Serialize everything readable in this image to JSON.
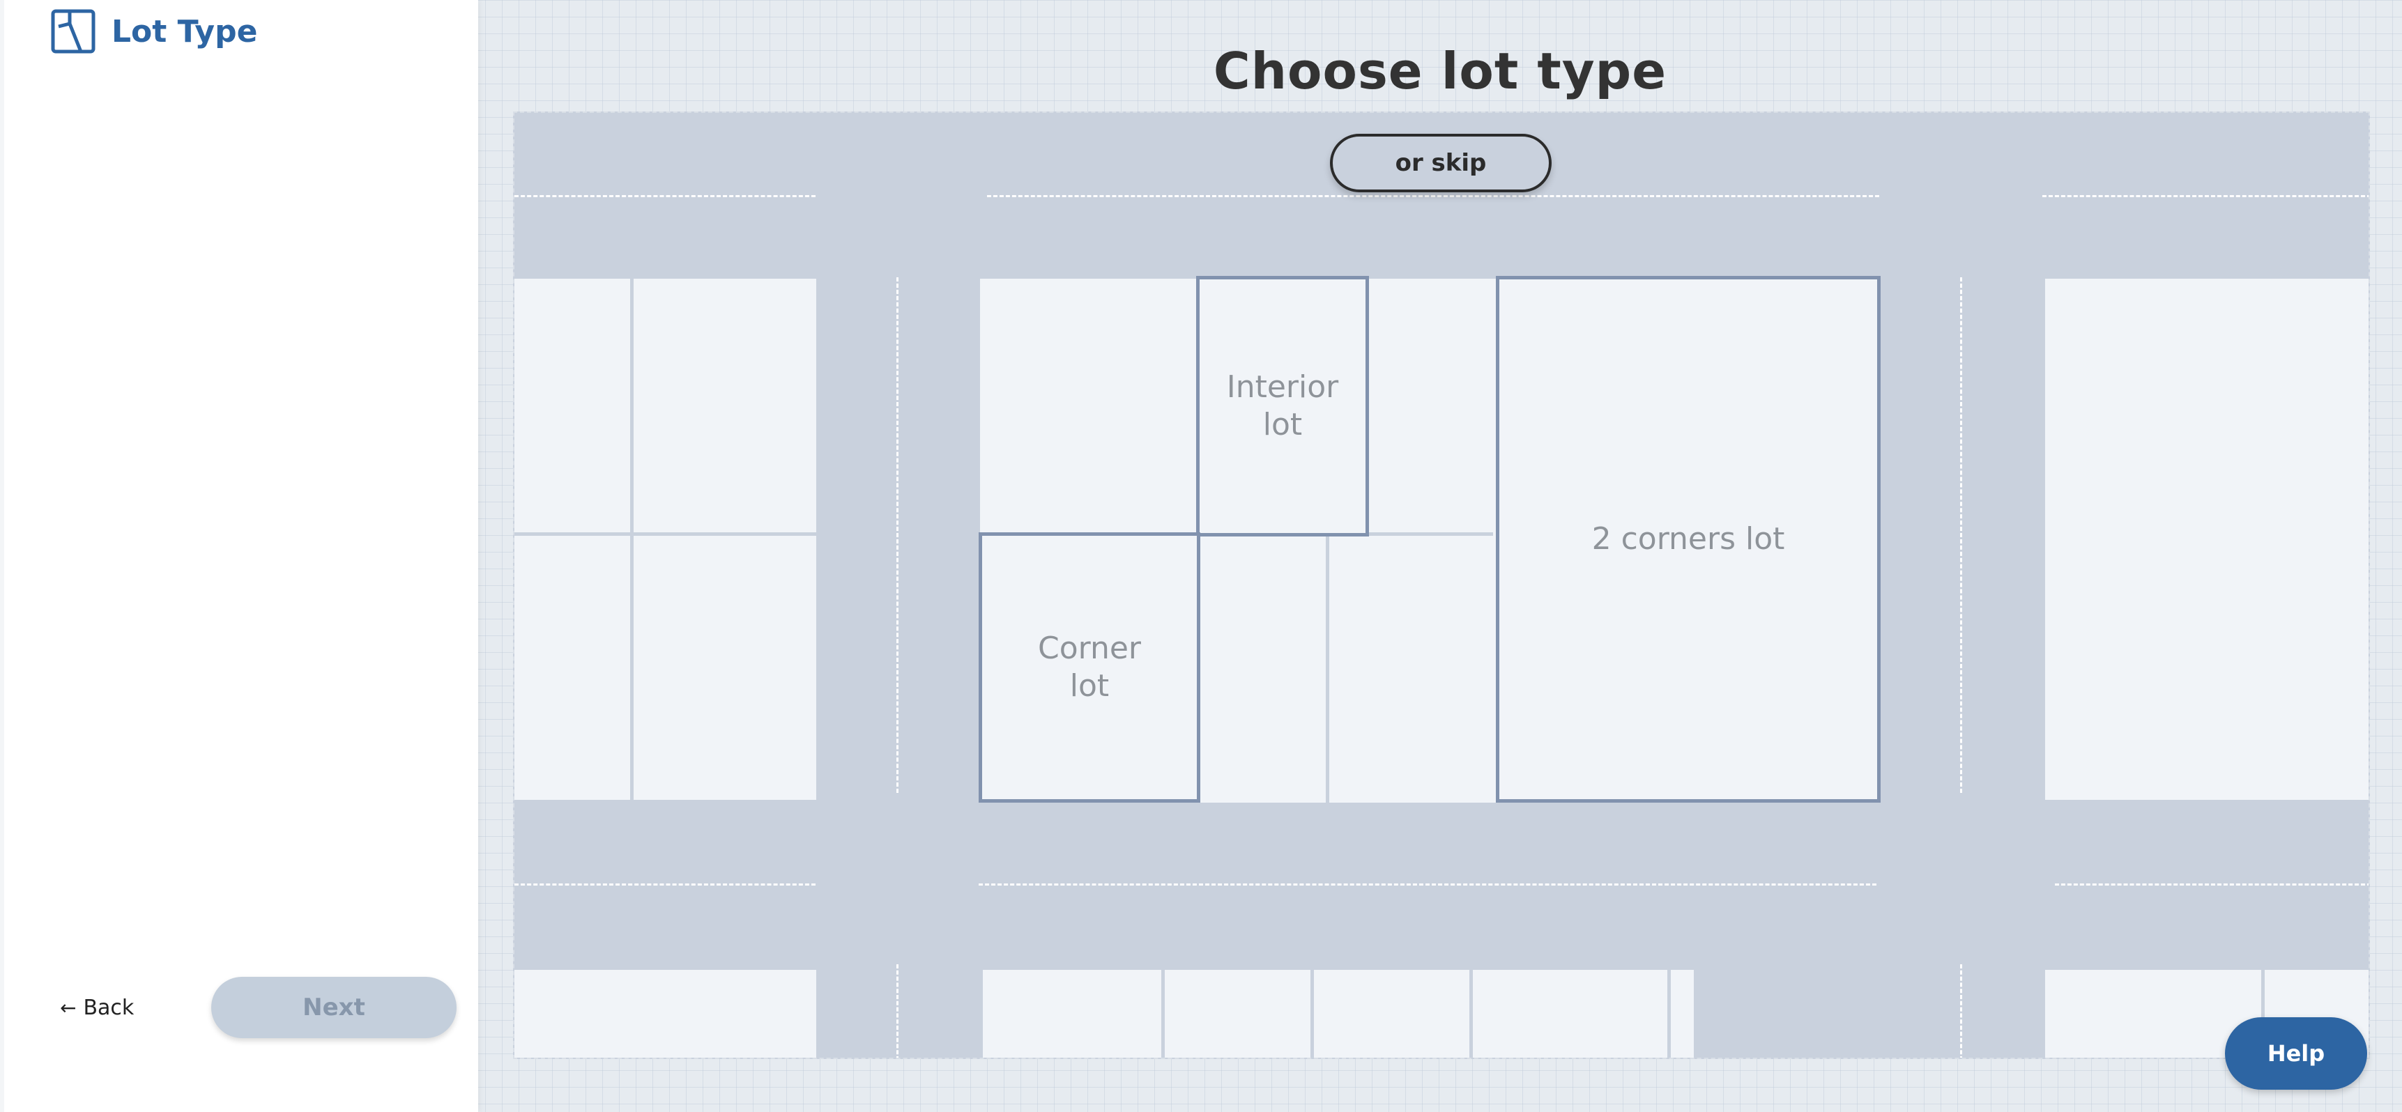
{
  "sidebar": {
    "brand_label": "Lot Type",
    "brand_icon": "lot-plan-icon",
    "back_label": "Back",
    "back_arrow": "←",
    "next_label": "Next"
  },
  "main": {
    "title": "Choose lot type",
    "skip_label": "or skip",
    "lots": {
      "interior": [
        "Interior",
        "lot"
      ],
      "corner": [
        "Corner",
        "lot"
      ],
      "two_corners": "2 corners lot"
    }
  },
  "help_label": "Help",
  "colors": {
    "accent": "#2d65a3",
    "road": "#c9d1dd",
    "parcel": "#f1f4f8",
    "lot_border": "#8192ae"
  }
}
